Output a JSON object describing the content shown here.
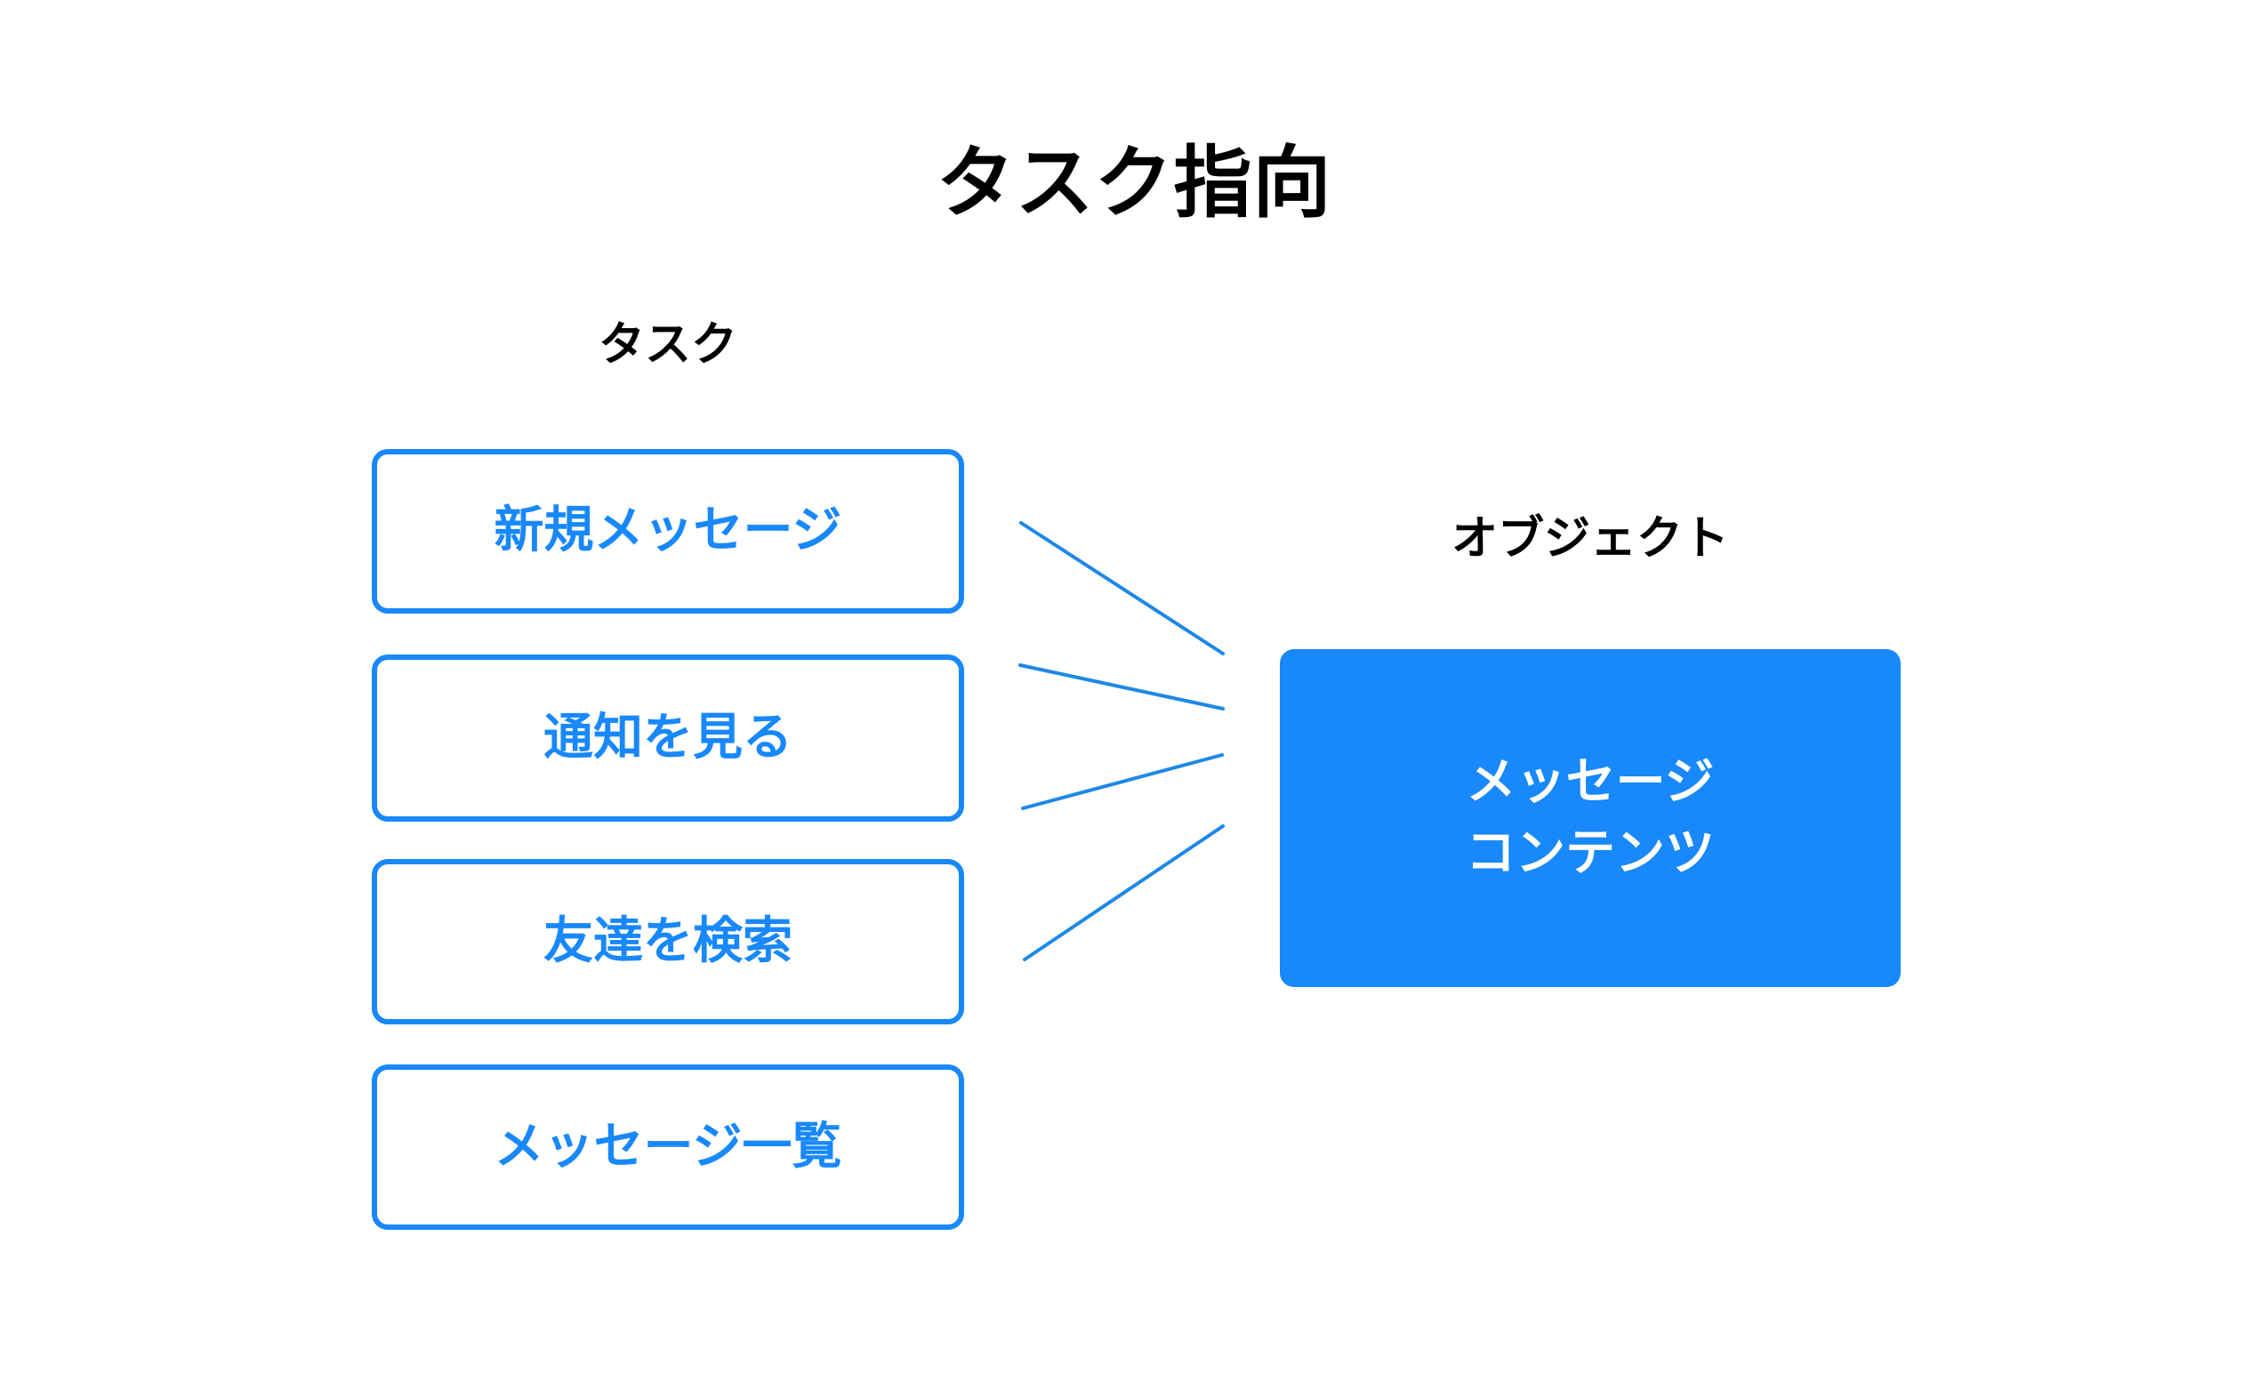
{
  "title": "タスク指向",
  "columns": {
    "task_heading": "タスク",
    "object_heading": "オブジェクト"
  },
  "colors": {
    "accent_blue": "#1888FB",
    "text_black": "#000000",
    "box_fill_white": "#FFFFFF",
    "connector_blue": "#1E88E5"
  },
  "tasks": [
    {
      "label": "新規メッセージ"
    },
    {
      "label": "通知を見る"
    },
    {
      "label": "友達を検索"
    },
    {
      "label": "メッセージ一覧"
    }
  ],
  "object": {
    "lines": [
      "メッセージ",
      "コンテンツ"
    ]
  },
  "connectors": [
    {
      "from_task": 0,
      "to": "object-box"
    },
    {
      "from_task": 1,
      "to": "object-box"
    },
    {
      "from_task": 2,
      "to": "object-box"
    },
    {
      "from_task": 3,
      "to": "object-box"
    }
  ]
}
